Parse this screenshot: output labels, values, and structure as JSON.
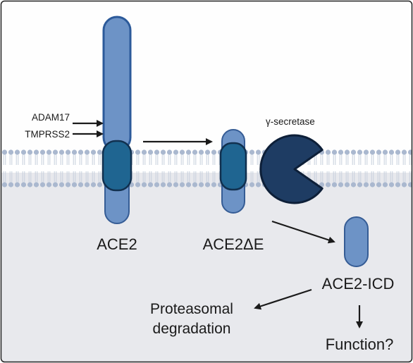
{
  "labels": {
    "adam17": "ADAM17",
    "tmprss2": "TMPRSS2",
    "gamma_secretase": "γ-secretase",
    "ace2": "ACE2",
    "ace2_delta_e": "ACE2ΔE",
    "ace2_icd": "ACE2-ICD",
    "proteasomal_line1": "Proteasomal",
    "proteasomal_line2": "degradation",
    "function": "Function?"
  },
  "colors": {
    "background_top": "#fefefe",
    "background_bottom": "#e8e9ed",
    "membrane_head": "#aab8cf",
    "membrane_tail": "#c5cedc",
    "protein_light": "#6d93c6",
    "protein_light_stroke": "#355c95",
    "protein_dark": "#1f6591",
    "protein_dark_stroke": "#11304f",
    "ectodomain_top": "#2c5a9a",
    "pacman_fill": "#1e3c63",
    "pacman_stroke": "#0d1f38",
    "arrow": "#1a1a1a"
  }
}
